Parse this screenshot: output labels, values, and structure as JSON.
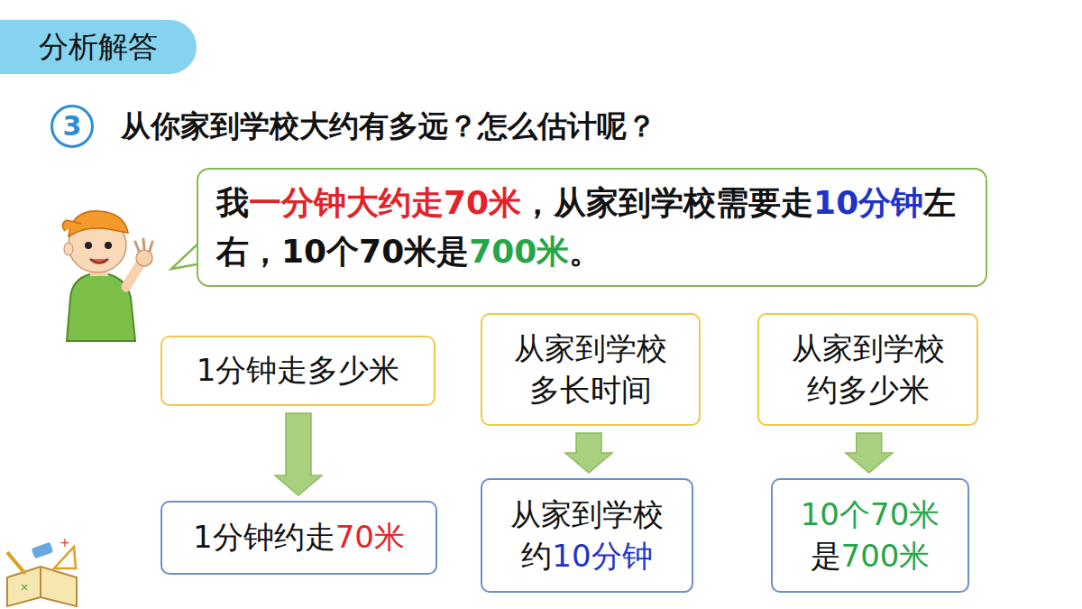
{
  "diagram": {
    "title": "分析解答",
    "nodes": [
      {
        "text": [
          "3"
        ]
      },
      {
        "text": [
          "我",
          "一分钟大约走70米",
          "，从家到学校需要走",
          "10分钟",
          "左右，10个70米是",
          "700米",
          "。"
        ]
      },
      {
        "text": [
          "1分钟走多少米"
        ]
      },
      {
        "text": [
          "从家到学校 多长时间"
        ]
      },
      {
        "text": [
          "从家到学校 约多少米"
        ]
      },
      {
        "text": [
          "1分钟约走",
          "70米"
        ]
      },
      {
        "text": [
          "从家到学校",
          "约",
          "10分钟"
        ]
      },
      {
        "text": [
          "10个70米",
          "是",
          "700米"
        ]
      }
    ],
    "edges": [
      {
        "from": 2,
        "to": 5,
        "arrow": "to"
      },
      {
        "from": 3,
        "to": 6,
        "arrow": "to"
      },
      {
        "from": 4,
        "to": 7,
        "arrow": "to"
      }
    ],
    "labels": [
      "从你家到学校大约有多远？怎么估计呢？"
    ]
  }
}
